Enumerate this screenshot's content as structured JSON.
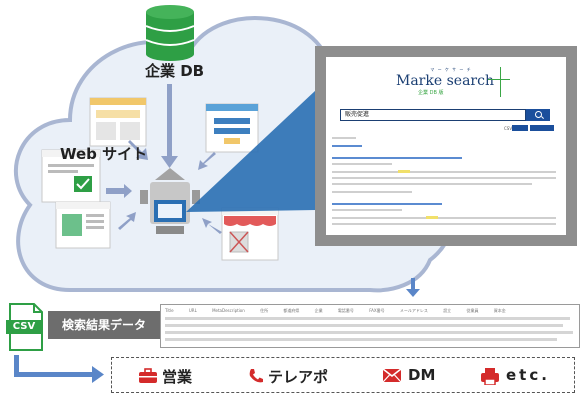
{
  "labels": {
    "company_db": "企業 DB",
    "website": "Web サイト"
  },
  "screen": {
    "brand_ruby": "マ ー ケ サ ー チ",
    "brand_name": "Marke search",
    "brand_sub": "企業 DB 版",
    "search_query": "販売促進",
    "csv_output": "CSV 出力"
  },
  "bottom": {
    "csv_label": "CSV",
    "result_label": "検索結果データ",
    "table_headers": [
      "Title",
      "URL",
      "MetaDescription",
      "住所",
      "都道府県",
      "企業",
      "電話番号",
      "FAX番号",
      "メールアドレス",
      "設立",
      "従業員",
      "資本金"
    ],
    "uses": [
      {
        "icon": "briefcase-icon",
        "label": "営業"
      },
      {
        "icon": "phone-icon",
        "label": "テレアポ"
      },
      {
        "icon": "mail-icon",
        "label": "DM"
      },
      {
        "icon": "fax-icon",
        "label": "etc."
      }
    ]
  },
  "colors": {
    "db_green": "#2e9f45",
    "cloud": "#e9eef6",
    "cloud_stroke": "#a8b5d0",
    "arrow": "#8fa0c7",
    "accent_red": "#d42b2b",
    "brand_blue": "#1b3f73"
  }
}
